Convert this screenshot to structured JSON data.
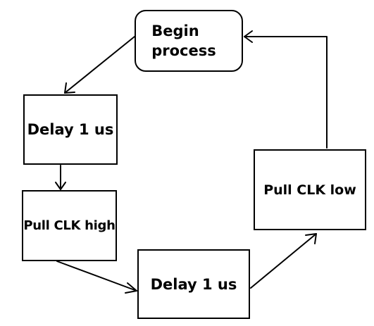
{
  "diagram": {
    "nodes": {
      "begin": "Begin\nprocess",
      "delay_1": "Delay 1 us",
      "pull_high": "Pull CLK high",
      "delay_2": "Delay 1 us",
      "pull_low": "Pull CLK low"
    },
    "line_color": "#000000",
    "edges": [
      {
        "from": "begin",
        "to": "delay_1"
      },
      {
        "from": "delay_1",
        "to": "pull_high"
      },
      {
        "from": "pull_high",
        "to": "delay_2"
      },
      {
        "from": "delay_2",
        "to": "pull_low"
      },
      {
        "from": "pull_low",
        "to": "begin"
      }
    ]
  }
}
